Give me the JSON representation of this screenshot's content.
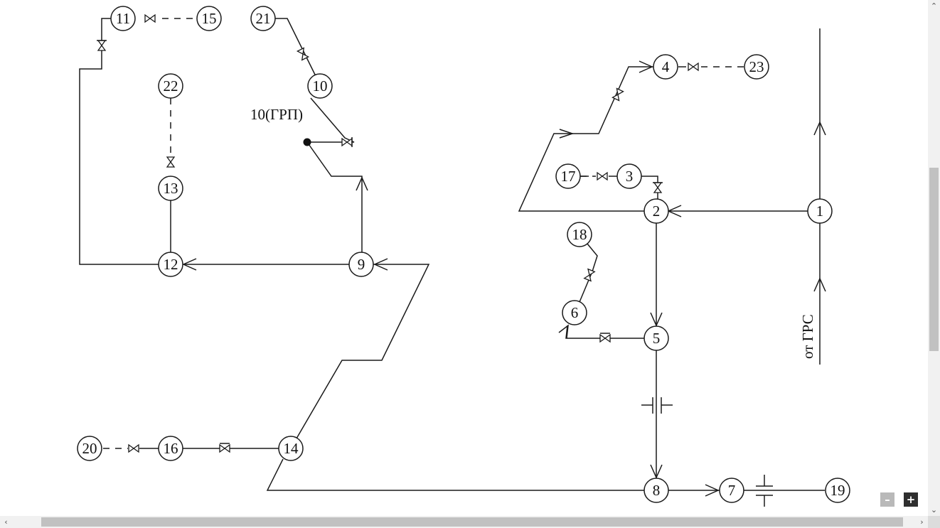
{
  "diagram": {
    "nodes": [
      {
        "id": "1",
        "label": "1"
      },
      {
        "id": "2",
        "label": "2"
      },
      {
        "id": "3",
        "label": "3"
      },
      {
        "id": "4",
        "label": "4"
      },
      {
        "id": "5",
        "label": "5"
      },
      {
        "id": "6",
        "label": "6"
      },
      {
        "id": "7",
        "label": "7"
      },
      {
        "id": "8",
        "label": "8"
      },
      {
        "id": "9",
        "label": "9"
      },
      {
        "id": "10",
        "label": "10"
      },
      {
        "id": "11",
        "label": "11"
      },
      {
        "id": "12",
        "label": "12"
      },
      {
        "id": "13",
        "label": "13"
      },
      {
        "id": "14",
        "label": "14"
      },
      {
        "id": "15",
        "label": "15"
      },
      {
        "id": "16",
        "label": "16"
      },
      {
        "id": "17",
        "label": "17"
      },
      {
        "id": "18",
        "label": "18"
      },
      {
        "id": "19",
        "label": "19"
      },
      {
        "id": "20",
        "label": "20"
      },
      {
        "id": "21",
        "label": "21"
      },
      {
        "id": "22",
        "label": "22"
      },
      {
        "id": "23",
        "label": "23"
      }
    ],
    "connections": [
      {
        "from": "1",
        "to": "2",
        "style": "solid",
        "arrow": true
      },
      {
        "from": "2",
        "to": "5",
        "style": "solid",
        "arrow": true
      },
      {
        "from": "2",
        "to": "4",
        "style": "solid",
        "arrow": true,
        "valve": true
      },
      {
        "from": "3",
        "to": "2",
        "style": "solid",
        "valve": true
      },
      {
        "from": "17",
        "to": "3",
        "style": "dashed",
        "valve": true
      },
      {
        "from": "4",
        "to": "23",
        "style": "dashed",
        "valve": true
      },
      {
        "from": "5",
        "to": "6",
        "style": "solid",
        "valve": true
      },
      {
        "from": "6",
        "to": "18",
        "style": "solid",
        "valve": true
      },
      {
        "from": "5",
        "to": "8",
        "style": "solid",
        "arrow": true,
        "flange": true
      },
      {
        "from": "8",
        "to": "7",
        "style": "solid",
        "arrow": true
      },
      {
        "from": "7",
        "to": "19",
        "style": "solid",
        "flange": true
      },
      {
        "from": "8",
        "to": "14",
        "style": "solid"
      },
      {
        "from": "14",
        "to": "9",
        "style": "solid",
        "arrow": true
      },
      {
        "from": "14",
        "to": "16",
        "style": "solid",
        "valve": true
      },
      {
        "from": "16",
        "to": "20",
        "style": "dashed",
        "valve": true
      },
      {
        "from": "9",
        "to": "12",
        "style": "solid",
        "arrow": true
      },
      {
        "from": "9",
        "to": "10(ГРП)",
        "style": "solid",
        "arrow": true
      },
      {
        "from": "10(ГРП)",
        "to": "10",
        "style": "solid",
        "valve": true
      },
      {
        "from": "10",
        "to": "21",
        "style": "solid",
        "valve": true
      },
      {
        "from": "12",
        "to": "13",
        "style": "solid"
      },
      {
        "from": "13",
        "to": "22",
        "style": "dashed",
        "valve": true
      },
      {
        "from": "12",
        "to": "11",
        "style": "solid",
        "valve": true
      },
      {
        "from": "11",
        "to": "15",
        "style": "dashed",
        "valve": true
      }
    ],
    "labels": {
      "grp": "10(ГРП)",
      "source": "от ГРС"
    },
    "colors": {
      "stroke": "#1a1a1a",
      "background": "#ffffff"
    }
  },
  "ui": {
    "zoom_out_label": "–",
    "zoom_in_label": "+",
    "scroll_up_icon": "chevron-up-icon",
    "scroll_down_icon": "chevron-down-icon",
    "scroll_left_icon": "chevron-left-icon",
    "scroll_right_icon": "chevron-right-icon"
  }
}
